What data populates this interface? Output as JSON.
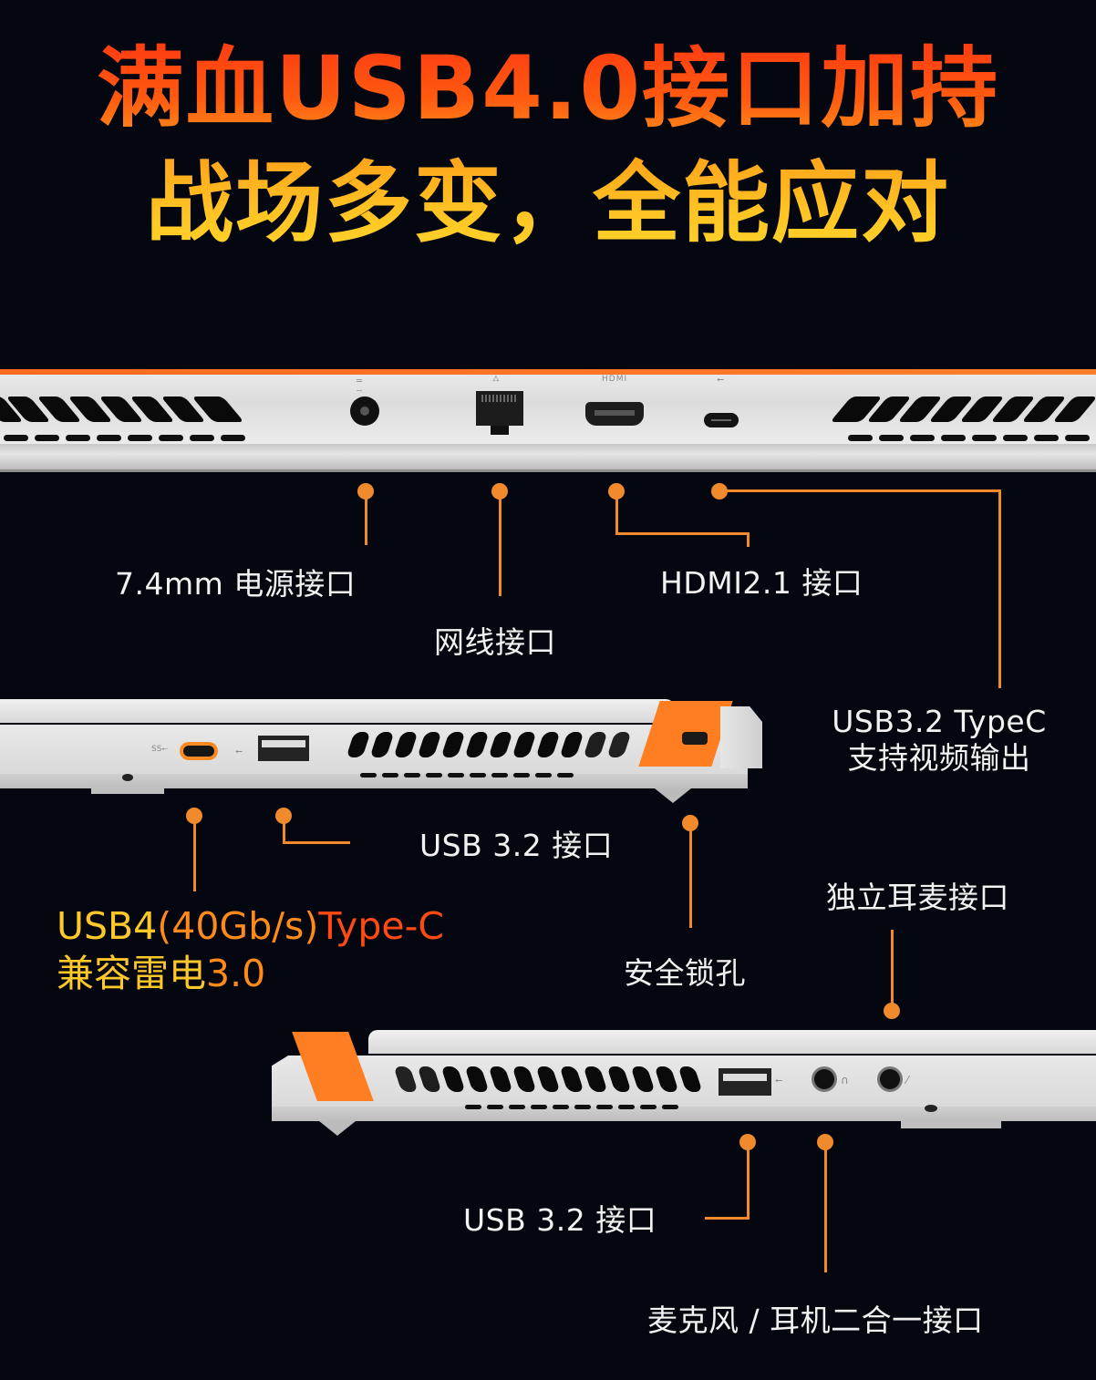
{
  "headline": {
    "line1": "满血USB4.0接口加持",
    "line2": "战场多变，全能应对"
  },
  "colors": {
    "background": "#04070f",
    "accent_orange": "#f18a2c",
    "trim_orange": "#ff6a20",
    "headline_red": "#ff3a12",
    "headline_yellow": "#ffc424",
    "body_silver": "#e4e4e5"
  },
  "rear_panel": {
    "port_icons": {
      "power": "dc-power-icon",
      "ethernet": "network-icon",
      "hdmi": "HDMI",
      "usb_c": "usb-icon"
    },
    "callouts": [
      {
        "id": "power",
        "label": "7.4mm 电源接口"
      },
      {
        "id": "ethernet",
        "label": "网线接口"
      },
      {
        "id": "hdmi",
        "label": "HDMI2.1 接口"
      },
      {
        "id": "usb_c",
        "label_line1": "USB3.2 TypeC",
        "label_line2": "支持视频输出"
      }
    ]
  },
  "left_side": {
    "port_icons": {
      "usb4": "ss-usb-icon",
      "usb_a": "usb-icon"
    },
    "callouts": [
      {
        "id": "usb4",
        "label_line1_parts": [
          "USB4",
          "(40Gb/s)",
          "Type-C"
        ],
        "label_line2_parts": [
          "兼容雷电",
          "3.0"
        ]
      },
      {
        "id": "usb_a",
        "label": "USB 3.2 接口"
      },
      {
        "id": "lock",
        "label": "安全锁孔"
      }
    ]
  },
  "right_side": {
    "port_icons": {
      "usb_a": "usb-icon",
      "headphone": "headphone-icon",
      "mic": "mic-icon"
    },
    "callouts": [
      {
        "id": "headset",
        "label": "独立耳麦接口"
      },
      {
        "id": "usb_a",
        "label": "USB 3.2 接口"
      },
      {
        "id": "combo_jack",
        "label": "麦克风 / 耳机二合一接口"
      }
    ]
  }
}
